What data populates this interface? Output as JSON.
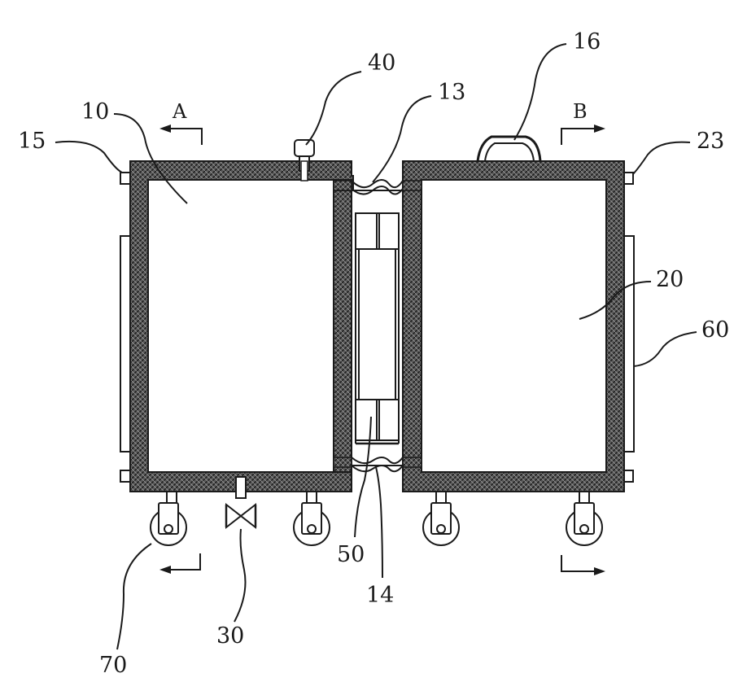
{
  "figure": {
    "reference_numerals": {
      "tank_left": "10",
      "tank_right": "20",
      "valve": "30",
      "vent": "40",
      "linkage": "50",
      "side_panel": "60",
      "caster": "70",
      "top_bellows": "13",
      "bottom_bellows": "14",
      "left_fitting": "15",
      "handle": "16",
      "right_fitting": "23"
    },
    "section_marks": {
      "left": "A",
      "right": "B"
    }
  }
}
